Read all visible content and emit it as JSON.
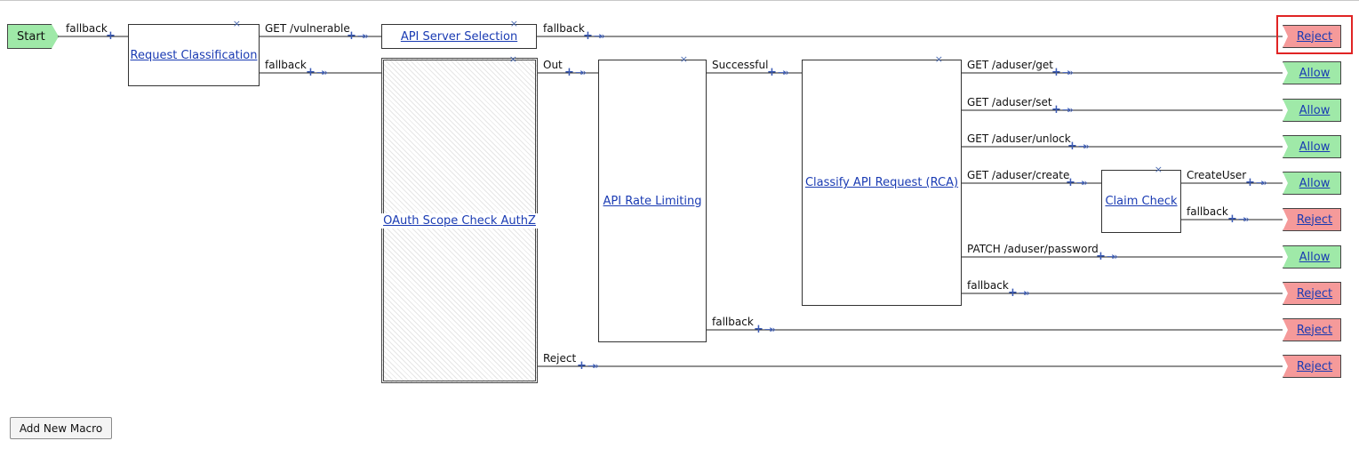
{
  "start_label": "Start",
  "add_macro_button": "Add New Macro",
  "remove_glyph": "×",
  "plus_glyph": "+",
  "arrow_glyph": "→»",
  "colors": {
    "allow": "#9fe9a8",
    "reject": "#f59a9a",
    "link": "#1a3bb3",
    "highlight": "#e02424"
  },
  "boxes": {
    "request_classification": "Request Classification",
    "api_server_selection": "API Server Selection",
    "oauth": "OAuth Scope Check AuthZ",
    "rate_limiting": "API Rate Limiting",
    "classify_rca": "Classify API Request (RCA)",
    "claim_check": "Claim Check"
  },
  "branches": {
    "start_fallback": "fallback",
    "rc_get_vulnerable": "GET /vulnerable",
    "rc_fallback": "fallback",
    "srv_fallback": "fallback",
    "oauth_out": "Out",
    "oauth_reject": "Reject",
    "rl_successful": "Successful",
    "rl_fallback": "fallback",
    "rca_get": "GET /aduser/get",
    "rca_set": "GET /aduser/set",
    "rca_unlock": "GET /aduser/unlock",
    "rca_create": "GET /aduser/create",
    "rca_patch": "PATCH /aduser/password",
    "rca_fallback": "fallback",
    "cc_createuser": "CreateUser",
    "cc_fallback": "fallback"
  },
  "terminals": {
    "t1": "Reject",
    "t2": "Allow",
    "t3": "Allow",
    "t4": "Allow",
    "t5": "Allow",
    "t6": "Reject",
    "t7": "Allow",
    "t8": "Reject",
    "t9": "Reject",
    "t10": "Reject"
  }
}
